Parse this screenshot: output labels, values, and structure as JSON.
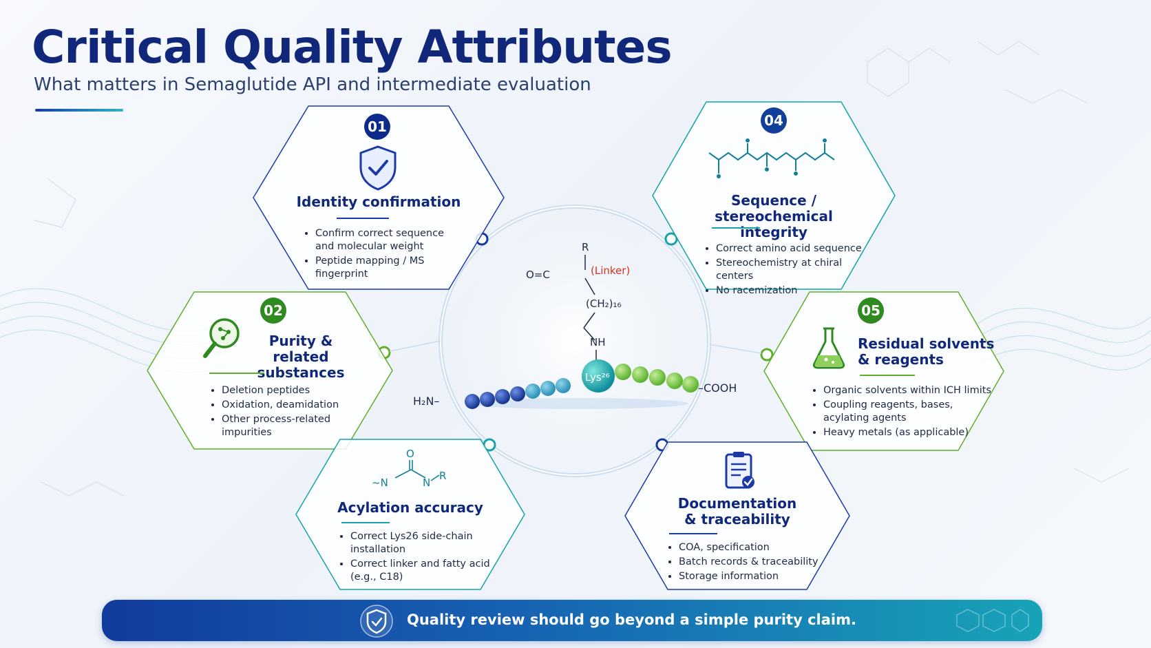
{
  "header": {
    "title": "Critical Quality Attributes",
    "subtitle": "What matters in Semaglutide API and intermediate evaluation"
  },
  "molecule": {
    "r_label": "R",
    "linker_label": "(Linker)",
    "carbonyl_label": "O=C",
    "chain_label": "(CH₂)₁₆",
    "nh_label": "NH",
    "lys_label": "Lys²⁶",
    "n_terminus": "H₂N–",
    "c_terminus": "–COOH"
  },
  "attributes": [
    {
      "number": "01",
      "title": "Identity confirmation",
      "bullets": [
        "Confirm correct sequence and molecular weight",
        "Peptide mapping / MS fingerprint"
      ],
      "icon": "shield-check-icon",
      "color": "#0d2a8a"
    },
    {
      "number": "02",
      "title": "Purity & related substances",
      "bullets": [
        "Deletion peptides",
        "Oxidation, deamidation",
        "Other process-related impurities"
      ],
      "icon": "magnifier-molecule-icon",
      "color": "#2f8a1f"
    },
    {
      "title": "Acylation accuracy",
      "structure": {
        "o": "O",
        "n1": "~N",
        "n2": "N",
        "r": "R"
      },
      "bullets": [
        "Correct Lys26 side-chain installation",
        "Correct linker and fatty acid (e.g., C18)"
      ],
      "icon": "amide-structure-icon",
      "color": "#13a3a9"
    },
    {
      "number": "04",
      "title": "Sequence / stereochemical integrity",
      "bullets": [
        "Correct amino acid sequence",
        "Stereochemistry at chiral centers",
        "No racemization"
      ],
      "icon": "peptide-backbone-icon",
      "color": "#13a3a9"
    },
    {
      "number": "05",
      "title": "Residual solvents & reagents",
      "bullets": [
        "Organic solvents within ICH limits",
        "Coupling reagents, bases, acylating agents",
        "Heavy metals (as applicable)"
      ],
      "icon": "flask-icon",
      "color": "#2f8a1f"
    },
    {
      "title": "Documentation & traceability",
      "bullets": [
        "COA, specification",
        "Batch records & traceability",
        "Storage information"
      ],
      "icon": "clipboard-check-icon",
      "color": "#0d2a8a"
    }
  ],
  "footer": {
    "message": "Quality review should go beyond a simple purity claim."
  }
}
